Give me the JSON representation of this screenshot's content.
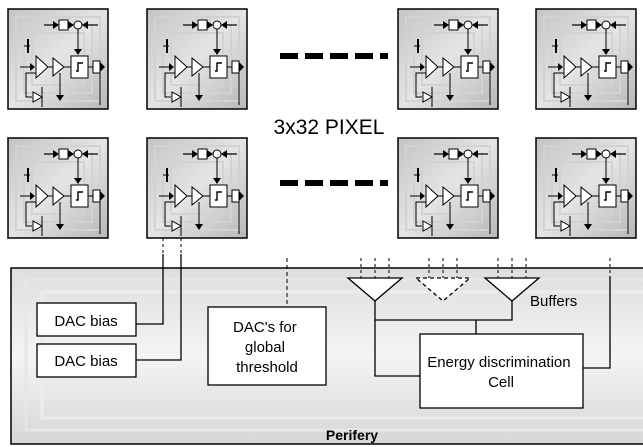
{
  "array_label": "3x32 PIXEL",
  "periphery": {
    "title": "Perifery",
    "dac_bias_1": "DAC bias",
    "dac_bias_2": "DAC bias",
    "dac_global_lines": [
      "DAC's for",
      "global",
      "threshold"
    ],
    "buffers_label": "Buffers",
    "energy_cell_lines": [
      "Energy discrimination",
      "Cell"
    ]
  }
}
